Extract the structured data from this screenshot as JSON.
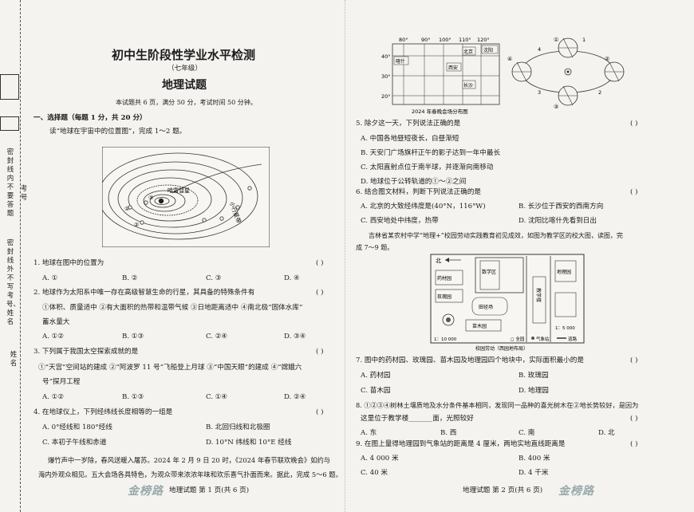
{
  "left": {
    "title": "初中生阶段性学业水平检测",
    "grade": "（七年级）",
    "subject": "地理试题",
    "info": "本试题共 6 页，满分 50 分，考试时间 50 分钟。",
    "section1": "一、选择题（每题 1 分，共 20 分）",
    "intro1": "读“地球在宇宙中的位置图”，完成 1～2 题。",
    "diagram": {
      "comet": "哈雷彗星",
      "belt": "小行星带",
      "n1": "①",
      "n2": "②",
      "n3": "③"
    },
    "q1": {
      "stem": "1. 地球在图中的位置为",
      "a": "A. ①",
      "b": "B. ②",
      "c": "C. ③",
      "d": "D. ④"
    },
    "q2": {
      "stem": "2. 地球作为太阳系中唯一存在高级智慧生命的行星，其具备的特殊条件有",
      "l2": "①体积、质量适中    ②有大面积的热带和温带气候    ③日地距离适中    ④南北极“固体水库”",
      "l3": "蓄水量大",
      "a": "A. ①②",
      "b": "B. ①③",
      "c": "C. ②④",
      "d": "D. ③④"
    },
    "q3": {
      "stem": "3. 下列属于我国太空探索成就的是",
      "l2": "①“天宫”空间站的建成    ②“阿波罗 11 号”飞船登上月球    ③“中国天眼”的建成    ④“嫦娥六",
      "l3": "号”探月工程",
      "a": "A. ①②",
      "b": "B. ①③",
      "c": "C. ①④",
      "d": "D. ②④"
    },
    "q4": {
      "stem": "4. 在地球仪上，下列经纬线长度相等的一组是",
      "a": "A. 0°经线和 180°经线",
      "b": "B. 北回归线和北极圈",
      "c": "C. 本初子午线和赤道",
      "d": "D. 10°N 纬线和 10°E 经线"
    },
    "passage_l1": "爆竹声中一岁除，春风送暖入屠苏。2024 年 2 月 9 日 20 时，《2024 年春节联欢晚会》如约与",
    "passage_l2": "海内外观众相见。五大会场各具特色，为观众带来浓浓年味和欢乐喜气扑面而来。据此，完成 5～6 题。",
    "footer": "地理试题    第 1 页(共 6 页)",
    "logo": "金榜路",
    "paren": "(        )"
  },
  "margin": {
    "line1": "密封线内不要答题",
    "line2": "密封线外不写考号、姓名",
    "side1": "考号",
    "side2": "姓名"
  },
  "right": {
    "map": {
      "lon": [
        "80°",
        "90°",
        "100°",
        "110°",
        "120°"
      ],
      "lat": [
        "40°",
        "30°",
        "20°"
      ],
      "kashgar": "喀什",
      "xian": "西安",
      "beijing": "北京",
      "shenyang": "沈阳",
      "changsha": "长沙",
      "caption": "2024 年春晚会场分布图"
    },
    "orbit": {
      "n1": "①",
      "n2": "②",
      "n3": "③",
      "n4": "④",
      "s1": "1",
      "s2": "2",
      "s3": "3",
      "s4": "4"
    },
    "q5": {
      "stem": "5. 除夕这一天，下列说法正确的是",
      "a": "A. 中国各地昼短夜长，白昼渐短",
      "b": "B. 天安门广场旗杆正午的影子达到一年中最长",
      "c": "C. 太阳直射点位于南半球，并逐渐向南移动",
      "d": "D. 地球位于公转轨道的①～②之间"
    },
    "q6": {
      "stem": "6. 结合图文材料，判断下列说法正确的是",
      "a": "A. 北京的大致经纬度是(40°N，116°W)",
      "b": "B. 长沙位于西安的西南方向",
      "c": "C. 西安地处中纬度，热带",
      "d": "D. 沈阳比喀什先看到日出"
    },
    "intro7_l1": "吉林省某农村中学“地理+”校园劳动实践教育初见成效，如图为教学区的校大图，读图，完",
    "intro7_l2": "成 7～9 题。",
    "campus": {
      "north": "北",
      "herb": "药材园",
      "rose": "玫瑰园",
      "teach": "数学区",
      "field": "田径场",
      "sapling": "苗木园",
      "teachbldg": "教学楼",
      "geo": "地理园",
      "scale1": "1：10 000",
      "scale2": "1：5 000",
      "legend1": "◻ 全园",
      "legend2": "气象站",
      "legend3": "道路",
      "caption": "校园劳动（西园地布局）"
    },
    "q7": {
      "stem": "7. 图中的药材园、玫瑰园、苗木园及地理园四个地块中，实际面积最小的是",
      "a": "A. 药材园",
      "b": "B. 玫瑰园",
      "c": "C. 苗木园",
      "d": "D. 地理园"
    },
    "q8": {
      "stem": "8. ①②③④树林土壤质地及水分条件基本相同，发现同一品种的喜光树木在②地长势较好，是因为",
      "l2": "这里位于教学楼_______面，光照较好",
      "a": "A. 东",
      "b": "B. 西",
      "c": "C. 南",
      "d": "D. 北"
    },
    "q9": {
      "stem": "9. 在图上量得地理园到气象站的距离是 4 厘米，两地实地直线距离是",
      "a": "A. 4 000 米",
      "b": "B. 400 米",
      "c": "C. 40 米",
      "d": "D. 4 千米"
    },
    "footer": "地理试题    第 2 页(共 6 页)",
    "logo": "金榜路"
  }
}
